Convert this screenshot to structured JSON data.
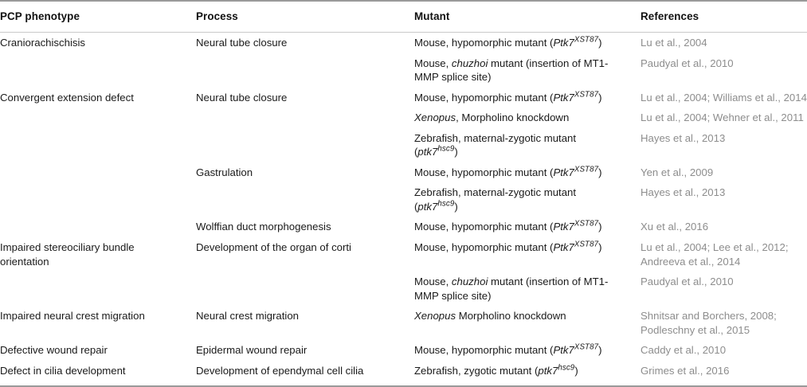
{
  "table": {
    "columns": [
      {
        "key": "phenotype",
        "label": "PCP phenotype"
      },
      {
        "key": "process",
        "label": "Process"
      },
      {
        "key": "mutant",
        "label": "Mutant"
      },
      {
        "key": "reference",
        "label": "References"
      }
    ],
    "colors": {
      "body_text": "#1a1a1a",
      "header_text": "#111111",
      "reference_text": "#8d8d8d",
      "rule_strong": "#9a9a9a",
      "rule_light": "#c9c9c9",
      "background": "#ffffff"
    },
    "rows": [
      {
        "phenotype": "Craniorachischisis",
        "process": "Neural tube closure",
        "mutant_prefix": "Mouse, hypomorphic mutant (",
        "mutant_gene": "Ptk7",
        "mutant_allele": "XST87",
        "mutant_suffix": ")",
        "reference": "Lu et al., 2004"
      },
      {
        "phenotype": "",
        "process": "",
        "mutant_prefix": "Mouse, ",
        "mutant_italic": "chuzhoi",
        "mutant_suffix": " mutant (insertion of MT1-MMP splice site)",
        "reference": "Paudyal et al., 2010"
      },
      {
        "phenotype": "Convergent extension defect",
        "process": "Neural tube closure",
        "mutant_prefix": "Mouse, hypomorphic mutant (",
        "mutant_gene": "Ptk7",
        "mutant_allele": "XST87",
        "mutant_suffix": ")",
        "reference": "Lu et al., 2004; Williams et al., 2014"
      },
      {
        "phenotype": "",
        "process": "",
        "mutant_italic_lead": "Xenopus",
        "mutant_suffix": ", Morpholino knockdown",
        "reference": "Lu et al., 2004; Wehner et al., 2011"
      },
      {
        "phenotype": "",
        "process": "",
        "mutant_prefix": "Zebrafish, maternal-zygotic mutant (",
        "mutant_gene": "ptk7",
        "mutant_allele": "hsc9",
        "mutant_suffix": ")",
        "reference": "Hayes et al., 2013"
      },
      {
        "phenotype": "",
        "process": "Gastrulation",
        "mutant_prefix": "Mouse, hypomorphic mutant (",
        "mutant_gene": "Ptk7",
        "mutant_allele": "XST87",
        "mutant_suffix": ")",
        "reference": "Yen et al., 2009"
      },
      {
        "phenotype": "",
        "process": "",
        "mutant_prefix": "Zebrafish, maternal-zygotic mutant (",
        "mutant_gene": "ptk7",
        "mutant_allele": "hsc9",
        "mutant_suffix": ")",
        "reference": "Hayes et al., 2013"
      },
      {
        "phenotype": "",
        "process": "Wolffian duct morphogenesis",
        "mutant_prefix": "Mouse, hypomorphic mutant (",
        "mutant_gene": "Ptk7",
        "mutant_allele": "XST87",
        "mutant_suffix": ")",
        "reference": "Xu et al., 2016"
      },
      {
        "phenotype": "Impaired stereociliary bundle orientation",
        "process": "Development of the organ of corti",
        "mutant_prefix": "Mouse, hypomorphic mutant (",
        "mutant_gene": "Ptk7",
        "mutant_allele": "XST87",
        "mutant_suffix": ")",
        "reference": "Lu et al., 2004; Lee et al., 2012; Andreeva et al., 2014"
      },
      {
        "phenotype": "",
        "process": "",
        "mutant_prefix": "Mouse, ",
        "mutant_italic": "chuzhoi",
        "mutant_suffix": " mutant (insertion of MT1-MMP splice site)",
        "reference": "Paudyal et al., 2010"
      },
      {
        "phenotype": "Impaired neural crest migration",
        "process": "Neural crest migration",
        "mutant_italic_lead": "Xenopus",
        "mutant_suffix": " Morpholino knockdown",
        "reference": "Shnitsar and Borchers, 2008; Podleschny et al., 2015"
      },
      {
        "phenotype": "Defective wound repair",
        "process": "Epidermal wound repair",
        "mutant_prefix": "Mouse, hypomorphic mutant (",
        "mutant_gene": "Ptk7",
        "mutant_allele": "XST87",
        "mutant_suffix": ")",
        "reference": "Caddy et al., 2010"
      },
      {
        "phenotype": "Defect in cilia development",
        "process": "Development of ependymal cell cilia",
        "mutant_prefix": "Zebrafish, zygotic mutant (",
        "mutant_gene": "ptk7",
        "mutant_allele": "hsc9",
        "mutant_suffix": ")",
        "reference": "Grimes et al., 2016"
      }
    ]
  }
}
